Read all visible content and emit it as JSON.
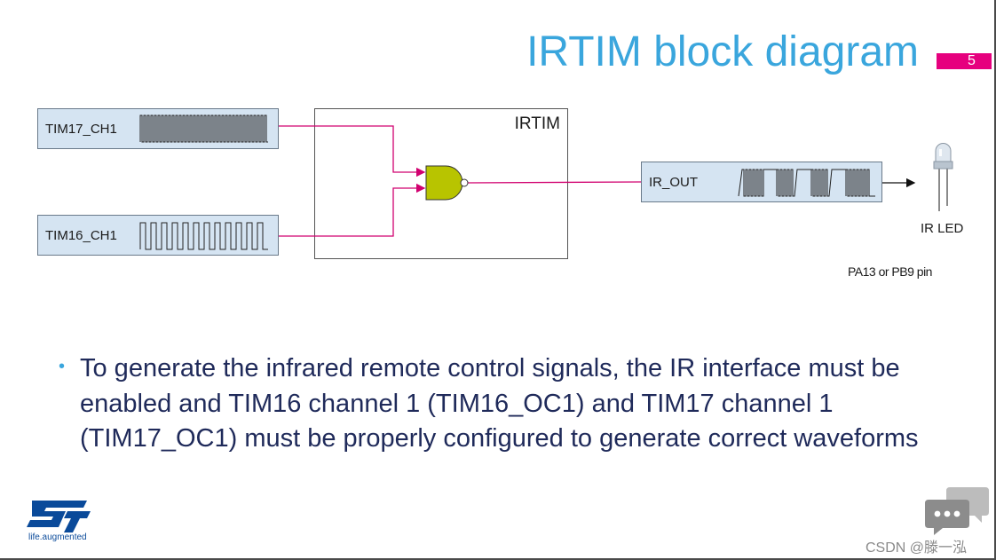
{
  "slide": {
    "title": "IRTIM block diagram",
    "page_number": "5"
  },
  "diagram": {
    "inputs": [
      {
        "label": "TIM17_CH1"
      },
      {
        "label": "TIM16_CH1"
      }
    ],
    "block_label": "IRTIM",
    "gate": "nand-gate",
    "output_label": "IR_OUT",
    "led_label": "IR LED",
    "pin_label": "PA13  or  PB9  pin"
  },
  "body": {
    "bullet": "To generate the infrared remote control signals, the IR interface must be enabled and TIM16 channel 1 (TIM16_OC1) and TIM17 channel 1 (TIM17_OC1) must be properly configured to generate correct waveforms"
  },
  "logo": {
    "tagline": "life.augmented",
    "lettering": "ST"
  },
  "watermark": {
    "text": "CSDN @滕一泓"
  },
  "colors": {
    "title": "#3aa6dd",
    "accent_badge": "#e6007e",
    "signal_box": "#d5e4f2",
    "wire": "#d1006f",
    "gate_fill": "#b8c400",
    "body_text": "#1f2a5a"
  },
  "icons": [
    "nand-gate-icon",
    "ir-led-icon",
    "st-logo-icon",
    "chat-bubble-icon"
  ]
}
